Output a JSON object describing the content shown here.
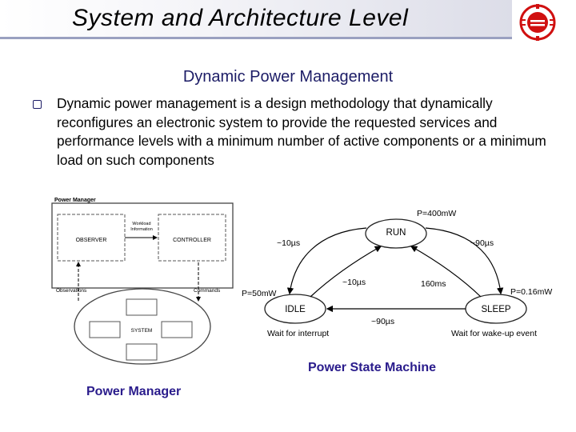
{
  "header": {
    "title": "System and Architecture Level"
  },
  "subtitle": "Dynamic Power Management",
  "bullet_text": "Dynamic power management is a design methodology that dynamically reconfigures an electronic system to provide the requested services and performance levels with a minimum number of active components or a minimum load on such components",
  "power_manager_diagram": {
    "frame_label": "Power Manager",
    "observer": "OBSERVER",
    "controller": "CONTROLLER",
    "workload_info": [
      "Workload",
      "Information"
    ],
    "observations": "Observations",
    "commands": "Commands",
    "system": "SYSTEM",
    "caption": "Power Manager"
  },
  "state_machine": {
    "states": {
      "run": "RUN",
      "idle": "IDLE",
      "sleep": "SLEEP"
    },
    "power": {
      "run": "P=400mW",
      "idle": "P=50mW",
      "sleep": "P=0.16mW"
    },
    "transitions": {
      "run_to_idle": "~10µs",
      "idle_to_run": "~10µs",
      "run_to_sleep": "~90µs",
      "sleep_to_run": "160ms",
      "sleep_to_idle": "~90µs"
    },
    "conditions": {
      "idle": "Wait for interrupt",
      "sleep": "Wait for wake-up event"
    },
    "caption": "Power State Machine"
  },
  "colors": {
    "caption": "#2a1c8c",
    "logo_red": "#d01010",
    "subtitle": "#1c1c66"
  }
}
